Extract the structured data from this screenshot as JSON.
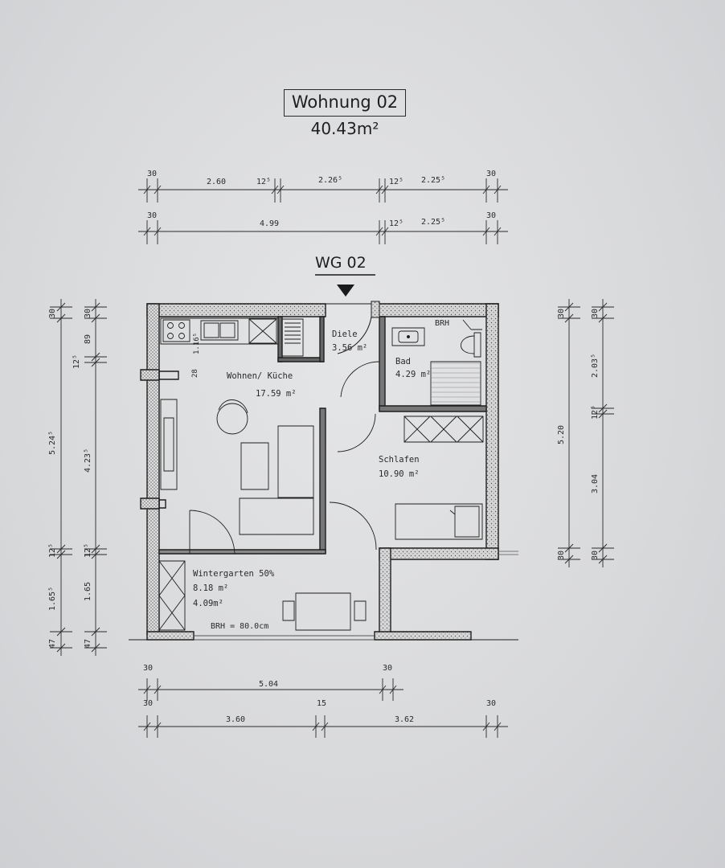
{
  "header": {
    "title": "Wohnung 02",
    "area": "40.43m²"
  },
  "unit_label": "WG 02",
  "dimensions": {
    "top_row1": [
      "30",
      "2.60",
      "12⁵",
      "2.26⁵",
      "12⁵",
      "2.25⁵",
      "30"
    ],
    "top_row2": [
      "30",
      "4.99",
      "12⁵",
      "2.25⁵",
      "30"
    ],
    "bottom_row1": [
      "30",
      "5.04",
      "30"
    ],
    "bottom_row2": [
      "30",
      "3.60",
      "15",
      "3.62",
      "30"
    ],
    "left_outer": [
      "30",
      "5.24⁵",
      "12⁵",
      "1.65⁵",
      "47"
    ],
    "left_inner": [
      "30",
      "89",
      "12⁵",
      "4.23⁵",
      "12⁵",
      "1.65",
      "47"
    ],
    "right_outer": [
      "30",
      "5.20",
      "30"
    ],
    "right_inner": [
      "30",
      "2.03⁵",
      "12⁵",
      "3.04",
      "30"
    ]
  },
  "rooms": {
    "diele": {
      "name": "Diele",
      "area": "3.56 m²"
    },
    "bad": {
      "name": "Bad",
      "area": "4.29 m²"
    },
    "wohnen": {
      "name": "Wohnen/ Küche",
      "area": "17.59 m²"
    },
    "schlafen": {
      "name": "Schlafen",
      "area": "10.90 m²"
    },
    "wintergarten": {
      "name": "Wintergarten 50%",
      "area1": "8.18 m²",
      "area2": "4.09m²"
    }
  },
  "notes": {
    "brh_bad": "BRH",
    "brh_window": "BRH = 80.0cm",
    "small_116": "1.16⁵",
    "small_28": "28"
  }
}
